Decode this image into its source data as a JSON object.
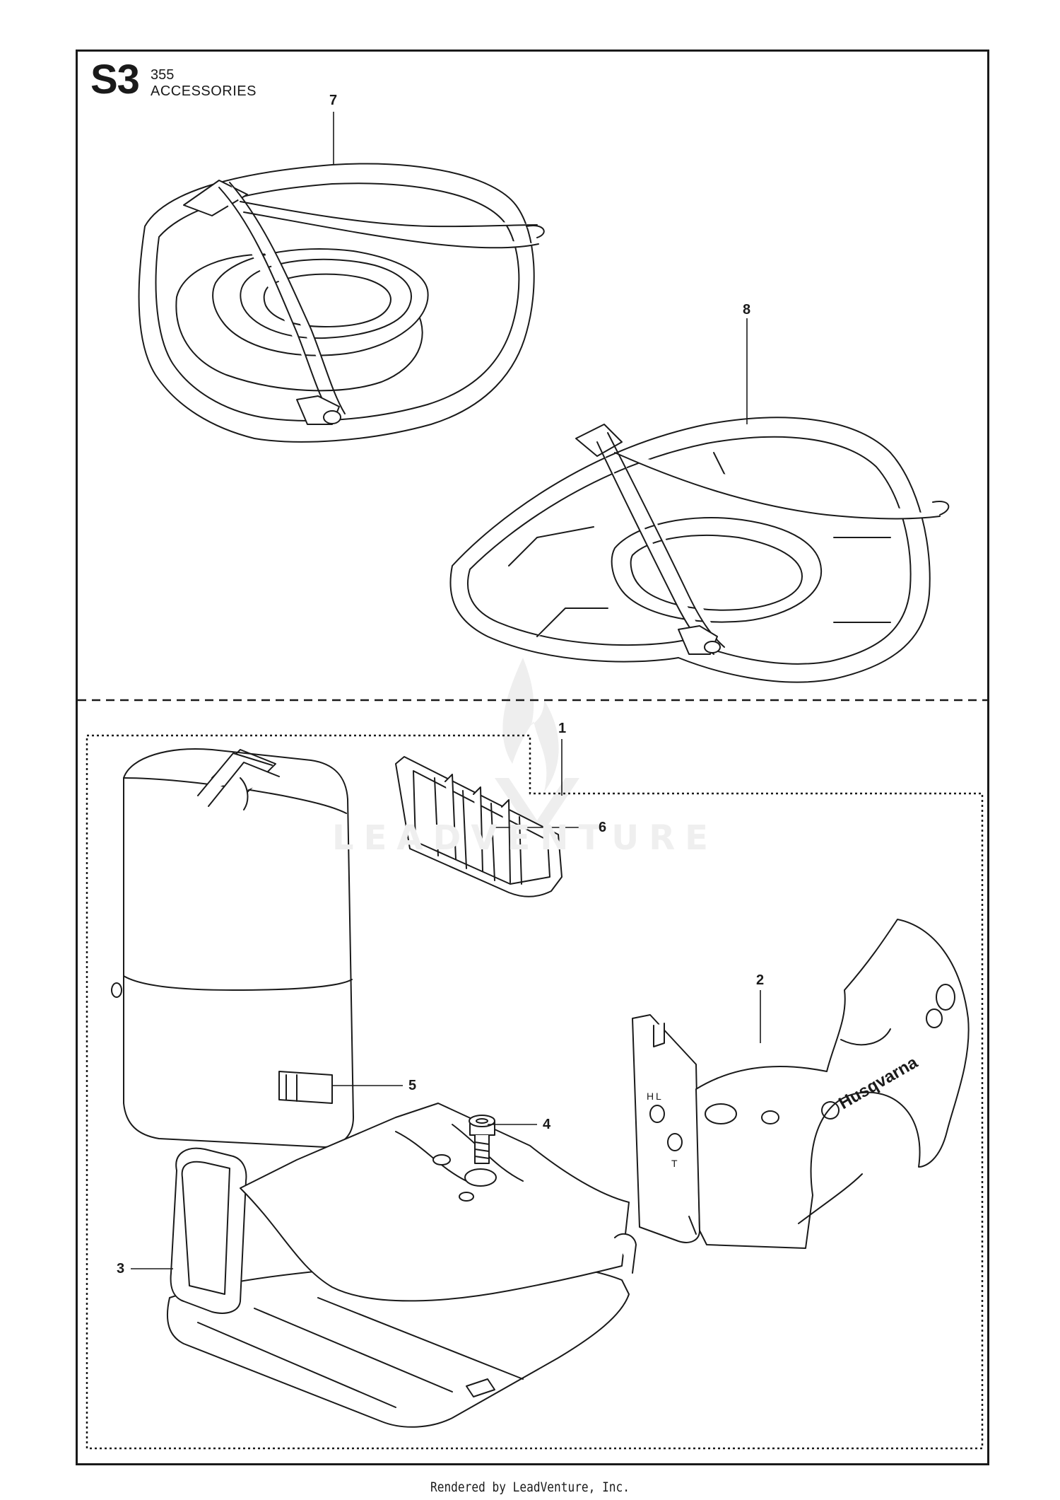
{
  "header": {
    "section_code": "S3",
    "model": "355",
    "title": "ACCESSORIES"
  },
  "callouts": [
    "7",
    "8",
    "1",
    "6",
    "2",
    "5",
    "4",
    "3"
  ],
  "parts_brand": "Husqvarna",
  "valve_markings": [
    "H",
    "L",
    "T"
  ],
  "watermark": {
    "text": "LEADVENTURE"
  },
  "footer": "Rendered by LeadVenture, Inc.",
  "colors": {
    "line": "#1a1a1a",
    "fill": "#ffffff",
    "watermark": "#ececec"
  },
  "icons": [
    "leadventure-flame-logo"
  ]
}
